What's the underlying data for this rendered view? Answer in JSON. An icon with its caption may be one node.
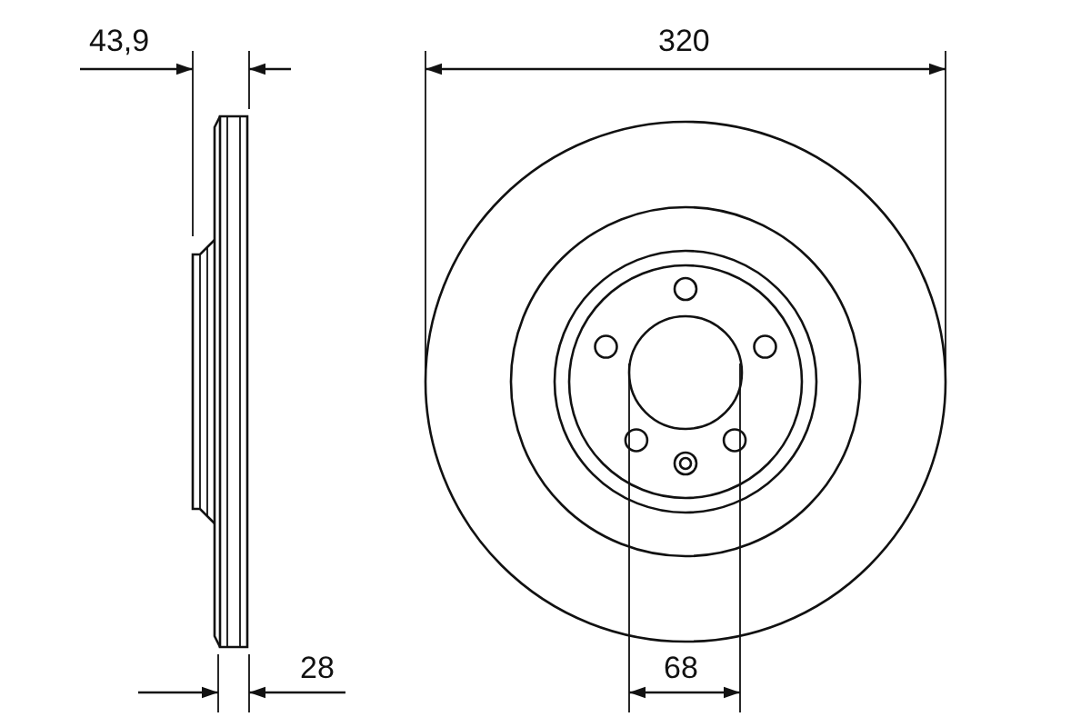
{
  "diagram": {
    "labels": [
      "43,9",
      "320",
      "28",
      "68"
    ]
  }
}
